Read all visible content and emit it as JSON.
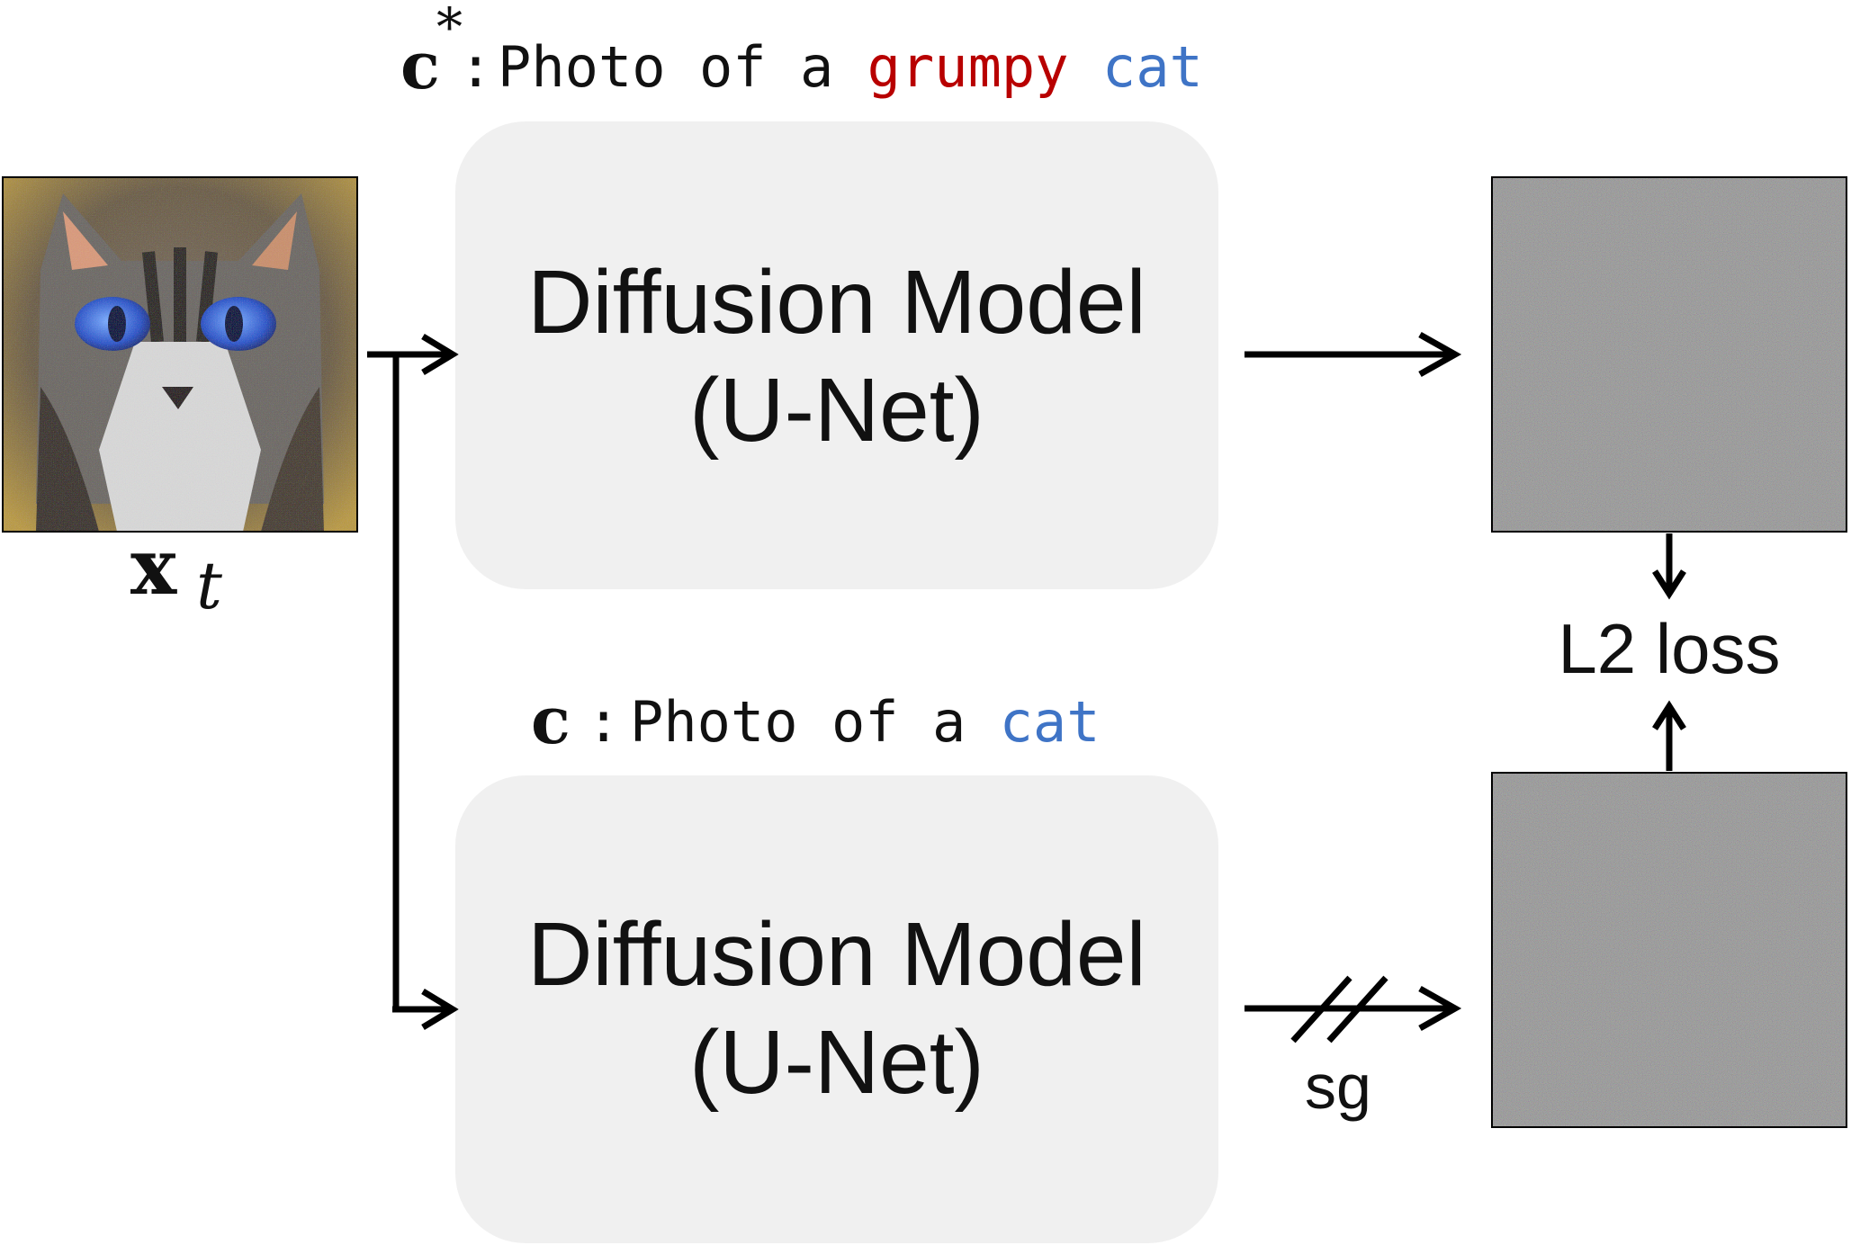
{
  "top_condition": {
    "symbol": "c",
    "superscript": "*",
    "prefix": "Photo of a ",
    "highlight_red": "grumpy",
    "space": " ",
    "highlight_blue": "cat"
  },
  "bottom_condition": {
    "symbol": "c",
    "prefix": "Photo of a ",
    "highlight_blue": "cat"
  },
  "top_model": {
    "line1": "Diffusion Model",
    "line2": "(U-Net)"
  },
  "bottom_model": {
    "line1": "Diffusion Model",
    "line2": "(U-Net)"
  },
  "input_label": {
    "symbol": "x",
    "subscript": "t"
  },
  "loss_label": "L2 loss",
  "stop_gradient_label": "sg",
  "colors": {
    "red": "#b80000",
    "blue": "#3f74c6",
    "box_fill": "#f0f0f0"
  },
  "icons": {
    "input_image": "noisy-cat-photo",
    "outputs": "gaussian-noise-image"
  }
}
